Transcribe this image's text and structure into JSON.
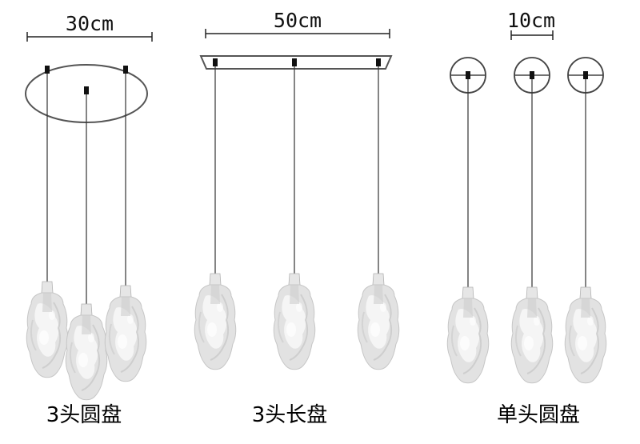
{
  "groups": [
    {
      "id": "round-3",
      "dimension": "30cm",
      "caption": "3头圆盘"
    },
    {
      "id": "linear-3",
      "dimension": "50cm",
      "caption": "3头长盘"
    },
    {
      "id": "single",
      "dimension": "10cm",
      "caption": "单头圆盘"
    }
  ],
  "colors": {
    "line": "#333333",
    "plate_stroke": "#555555",
    "clip": "#111111",
    "glass": "#d9d9d9",
    "glass_edge": "#bcbcbc"
  }
}
